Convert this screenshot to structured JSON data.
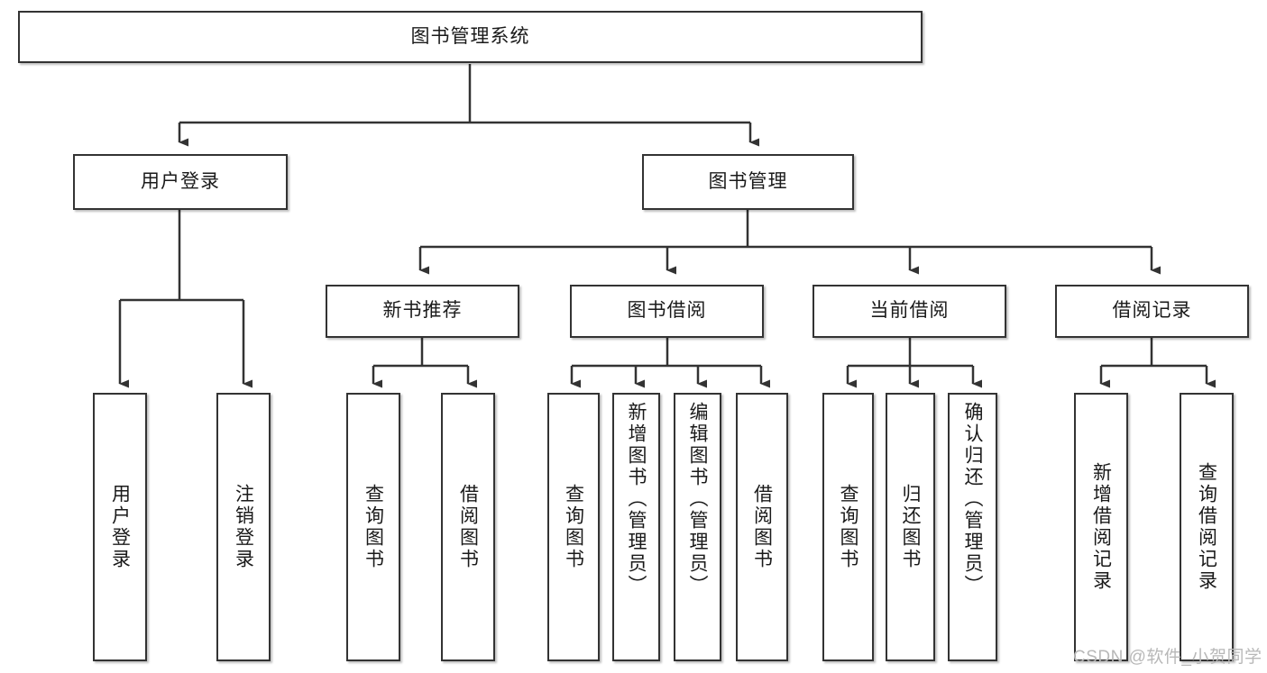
{
  "diagram": {
    "type": "tree",
    "root": {
      "label": "图书管理系统"
    },
    "level2": [
      {
        "label": "用户登录"
      },
      {
        "label": "图书管理"
      }
    ],
    "level3": [
      {
        "label": "新书推荐"
      },
      {
        "label": "图书借阅"
      },
      {
        "label": "当前借阅"
      },
      {
        "label": "借阅记录"
      }
    ],
    "leaves": {
      "user_login": [
        {
          "label": "用户登录"
        },
        {
          "label": "注销登录"
        }
      ],
      "new_book_recommend": [
        {
          "label": "查询图书"
        },
        {
          "label": "借阅图书"
        }
      ],
      "book_borrow": [
        {
          "label": "查询图书"
        },
        {
          "label": "新增图书（管理员）"
        },
        {
          "label": "编辑图书（管理员）"
        },
        {
          "label": "借阅图书"
        }
      ],
      "current_borrow": [
        {
          "label": "查询图书"
        },
        {
          "label": "归还图书"
        },
        {
          "label": "确认归还（管理员）"
        }
      ],
      "borrow_record": [
        {
          "label": "新增借阅记录"
        },
        {
          "label": "查询借阅记录"
        }
      ]
    }
  },
  "watermark": {
    "text": "CSDN @软件_小贺同学"
  },
  "colors": {
    "box_border": "#333333",
    "box_fill": "#ffffff",
    "line": "#333333",
    "text": "#1a1a1a",
    "watermark": "#b8b8b8"
  }
}
